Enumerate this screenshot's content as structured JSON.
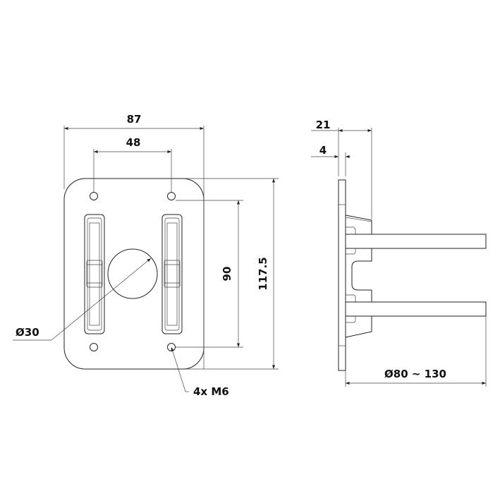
{
  "front_view": {
    "dim_width": "87",
    "dim_hole_spacing_h": "48",
    "dim_hole_spacing_v": "90",
    "dim_height": "117.5",
    "dim_center_hole": "Ø30",
    "dim_mounting_holes": "4x M6"
  },
  "side_view": {
    "dim_depth": "21",
    "dim_plate_thickness": "4",
    "dim_pole_diameter": "Ø80 ~ 130"
  },
  "colors": {
    "line": "#222222",
    "background": "#ffffff"
  }
}
